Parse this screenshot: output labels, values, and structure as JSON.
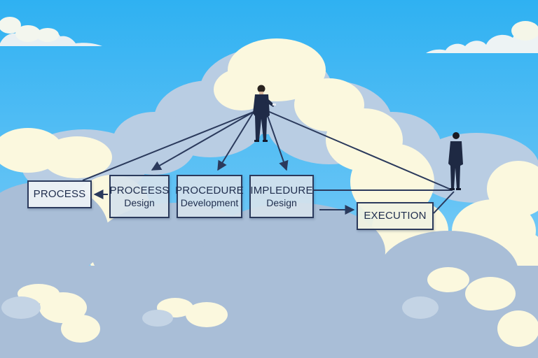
{
  "diagram": {
    "nodes": [
      {
        "id": "process",
        "lines": [
          "PROCESS"
        ]
      },
      {
        "id": "process_design",
        "lines": [
          "PROCEESS",
          "Design"
        ]
      },
      {
        "id": "procedure_dev",
        "lines": [
          "PROCEDURE",
          "Development"
        ]
      },
      {
        "id": "impledure",
        "lines": [
          "IMPLEDURE",
          "Design"
        ]
      },
      {
        "id": "execution",
        "lines": [
          "EXECUTION"
        ]
      }
    ],
    "edges": [
      {
        "from": "leader",
        "to": "process_design"
      },
      {
        "from": "leader",
        "to": "procedure_dev"
      },
      {
        "from": "leader",
        "to": "impledure"
      },
      {
        "from": "leader",
        "to": "process"
      },
      {
        "from": "leader",
        "to": "observer"
      },
      {
        "from": "process_design",
        "to": "process"
      },
      {
        "from": "impledure",
        "to": "observer"
      },
      {
        "from": "impledure",
        "to": "execution"
      },
      {
        "from": "execution",
        "to": "observer"
      }
    ]
  },
  "colors": {
    "sky_top": "#2fb1f2",
    "sky_bottom": "#8fd2f7",
    "cloud_light": "#fbf8de",
    "cloud_blue": "#aec2d9",
    "line": "#2b3a5c",
    "figure": "#1f2b47"
  }
}
